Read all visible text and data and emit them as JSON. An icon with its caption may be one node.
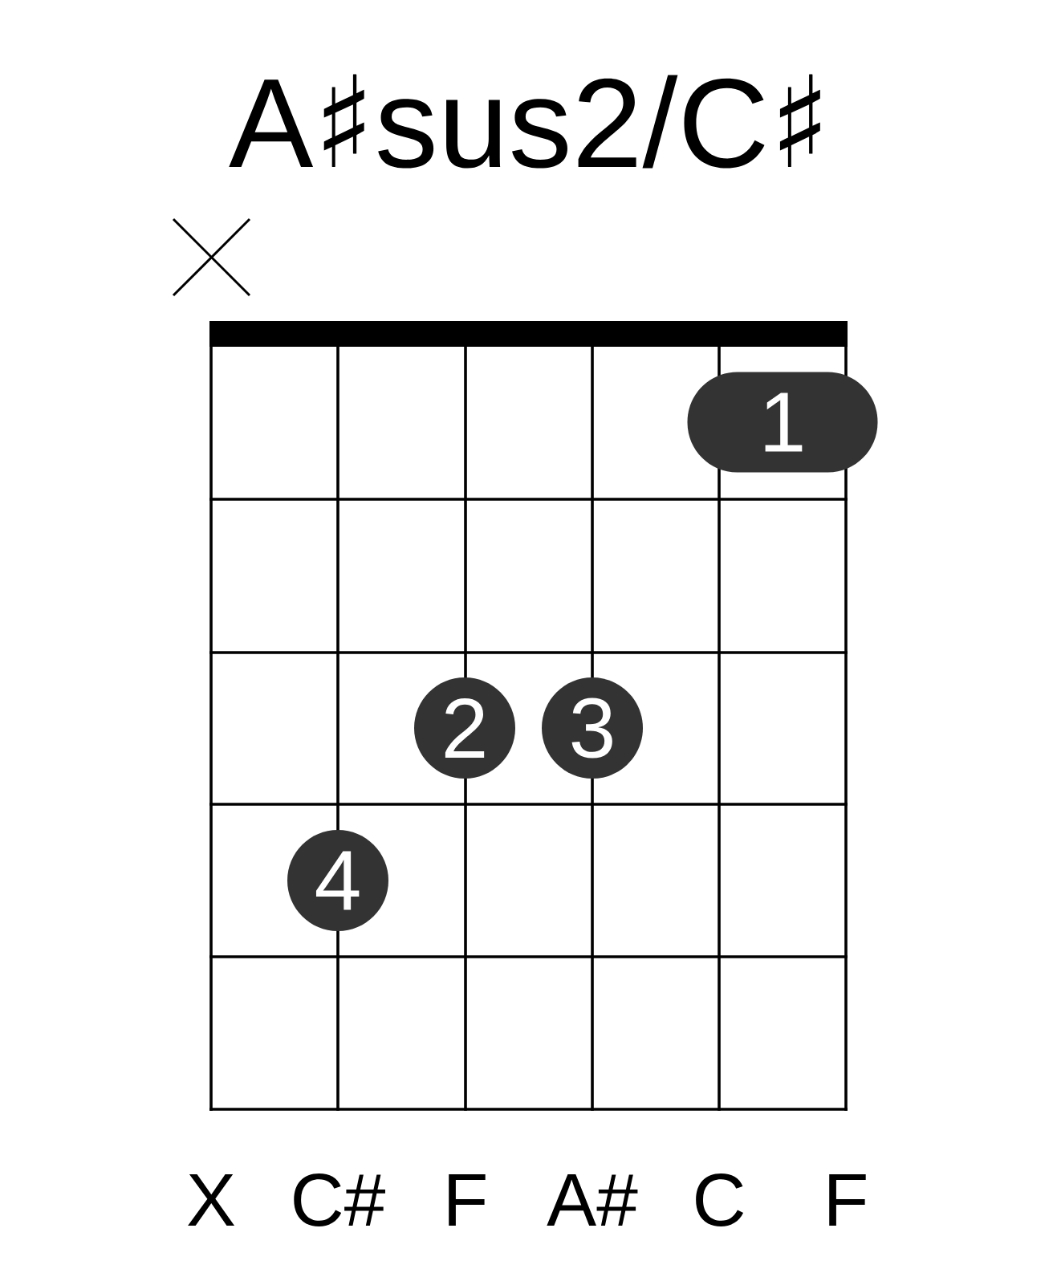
{
  "diagram": {
    "title": "A♯sus2/C♯",
    "nodes": [
      {
        "text": [
          "1"
        ]
      },
      {
        "text": [
          "2"
        ]
      },
      {
        "text": [
          "3"
        ]
      },
      {
        "text": [
          "4"
        ]
      }
    ],
    "labels": [
      "X",
      "C#",
      "F",
      "A#",
      "C",
      "F"
    ]
  }
}
